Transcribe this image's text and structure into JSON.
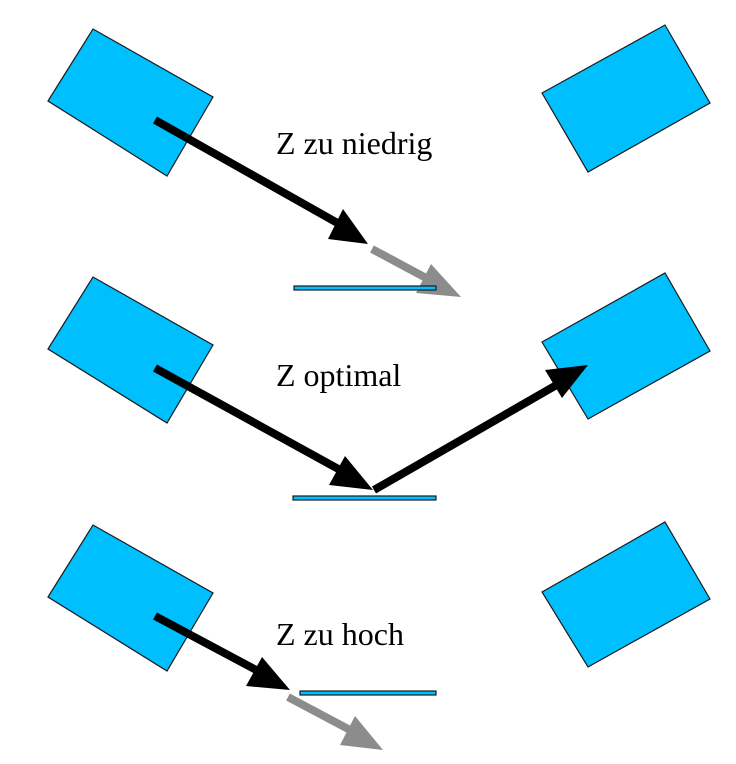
{
  "colors": {
    "box_fill": "#00bfff",
    "beam": "#000000",
    "beam_missed": "#8c8c8c"
  },
  "panels": [
    {
      "label": "Z zu niedrig"
    },
    {
      "label": "Z optimal"
    },
    {
      "label": "Z zu hoch"
    }
  ]
}
